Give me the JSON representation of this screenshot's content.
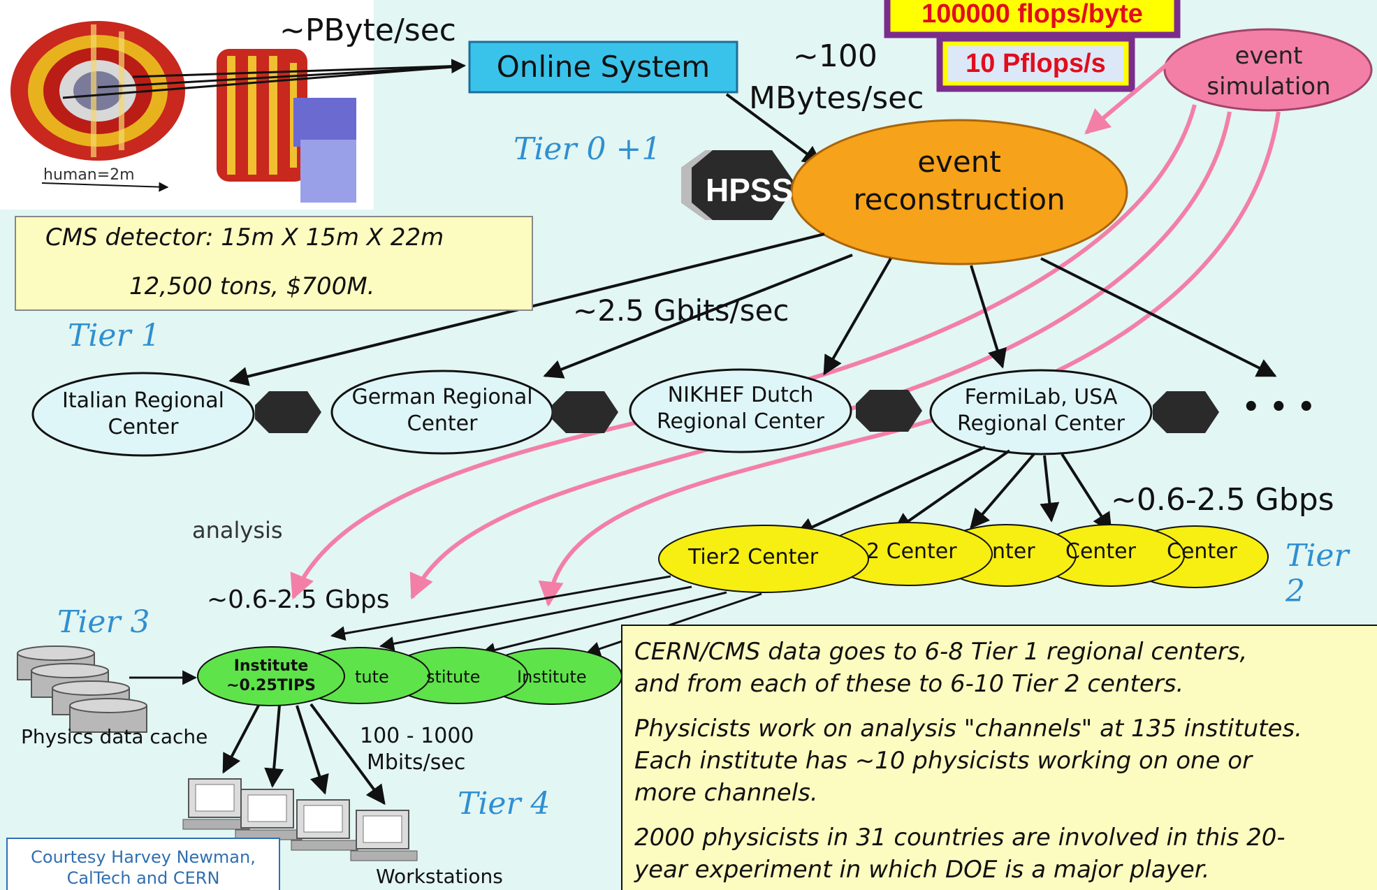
{
  "flops_byte": "100000 flops/byte",
  "pflops": "10 Pflops/s",
  "pbyte_rate": "~PByte/sec",
  "online_system": "Online System",
  "mbytes_rate_line1": "~100",
  "mbytes_rate_line2": "MBytes/sec",
  "event_simulation_line1": "event",
  "event_simulation_line2": "simulation",
  "tier01": "Tier 0 +1",
  "hpss": "HPSS",
  "event_reconstruction_line1": "event",
  "event_reconstruction_line2": "reconstruction",
  "human_scale": "human=2m",
  "cms_line1": "CMS detector: 15m X 15m X 22m",
  "cms_line2": "12,500 tons, $700M.",
  "gbits_rate": "~2.5 Gbits/sec",
  "tier1": "Tier 1",
  "regional_centers": [
    {
      "line1": "Italian Regional",
      "line2": "Center"
    },
    {
      "line1": "German Regional",
      "line2": "Center"
    },
    {
      "line1": "NIKHEF  Dutch",
      "line2": "Regional Center"
    },
    {
      "line1": "FermiLab, USA",
      "line2": "Regional Center"
    }
  ],
  "ellipsis": "• • •",
  "gbps_tier2": "~0.6-2.5 Gbps",
  "analysis": "analysis",
  "tier2": "Tier 2",
  "tier2_centers": [
    "Tier2 Center",
    "2 Center",
    "nter",
    "Center",
    "Center"
  ],
  "gbps_tier3": "~0.6-2.5 Gbps",
  "tier3": "Tier 3",
  "institutes": [
    {
      "line1": "Institute",
      "line2": "~0.25TIPS"
    },
    {
      "line1": "tute",
      "line2": ""
    },
    {
      "line1": "stitute",
      "line2": ""
    },
    {
      "line1": "Institute",
      "line2": ""
    }
  ],
  "physics_cache": "Physics data cache",
  "mbits_line1": "100 - 1000",
  "mbits_line2": "Mbits/sec",
  "tier4": "Tier 4",
  "workstations": "Workstations",
  "courtesy_line1": "Courtesy Harvey Newman,",
  "courtesy_line2": "CalTech and CERN",
  "note_p1_l1": "CERN/CMS data goes to 6-8 Tier 1 regional centers,",
  "note_p1_l2": "and from each of these to 6-10 Tier 2 centers.",
  "note_p2_l1": "Physicists work on analysis \"channels\" at 135 institutes.",
  "note_p2_l2": "Each institute has ~10 physicists working on one or",
  "note_p2_l3": "more channels.",
  "note_p3_l1": "2000 physicists in 31 countries are involved in this  20-",
  "note_p3_l2": "year experiment in which DOE is a major player.",
  "colors": {
    "background": "#e2f6f4",
    "event_orange": "#f6a21a",
    "simulation_pink": "#f37fa6",
    "regional_fill": "#dff6f8",
    "tier2_yellow": "#f7ee12",
    "institute_green": "#5fe34a",
    "note_yellow": "#fdfcc0",
    "online_blue": "#39c3ea",
    "tier_label_blue": "#2f8fd0",
    "banner_purple": "#7b2d8c",
    "banner_red": "#e10d1d"
  }
}
